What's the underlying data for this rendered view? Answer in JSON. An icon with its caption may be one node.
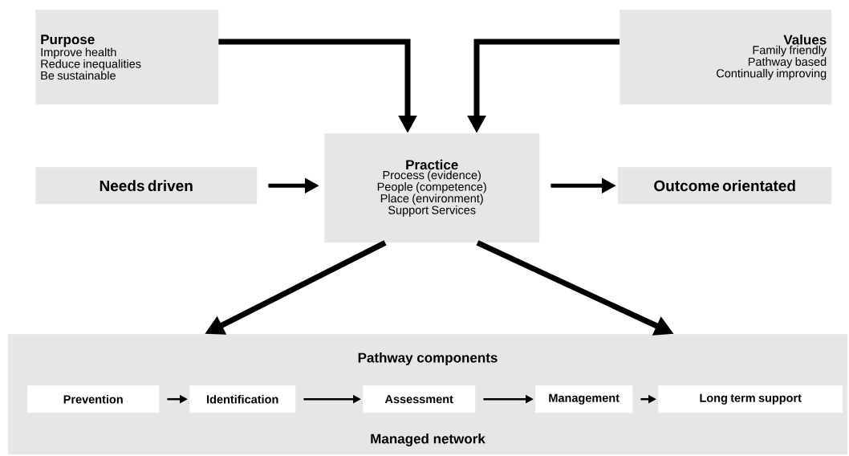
{
  "diagram": {
    "nodes": [
      {
        "text": [
          "Purpose",
          "Improve health",
          "Reduce inequalities",
          "Be sustainable"
        ]
      },
      {
        "text": [
          "Values",
          "Family friendly",
          "Pathway based",
          "Continually improving"
        ]
      },
      {
        "text": [
          "Practice",
          "Process (evidence)",
          "People (competence)",
          "Place (environment)",
          "Support Services"
        ]
      },
      {
        "text": [
          "Needs driven"
        ]
      },
      {
        "text": [
          "Outcome orientated"
        ]
      },
      {
        "text": [
          "Pathway components",
          "Managed network"
        ]
      },
      {
        "text": [
          "Prevention"
        ],
        "in": 5
      },
      {
        "text": [
          "Identification"
        ],
        "in": 5
      },
      {
        "text": [
          "Assessment"
        ],
        "in": 5
      },
      {
        "text": [
          "Management"
        ],
        "in": 5
      },
      {
        "text": [
          "Long term support"
        ],
        "in": 5
      }
    ],
    "edges": [
      {
        "from": 0,
        "to": 2,
        "arrow": "to"
      },
      {
        "from": 1,
        "to": 2,
        "arrow": "to"
      },
      {
        "from": 3,
        "to": 2,
        "arrow": "to"
      },
      {
        "from": 2,
        "to": 4,
        "arrow": "to"
      },
      {
        "from": 2,
        "to": 5,
        "arrow": "to"
      },
      {
        "from": 2,
        "to": 5,
        "arrow": "to"
      },
      {
        "from": 6,
        "to": 7,
        "arrow": "to"
      },
      {
        "from": 7,
        "to": 8,
        "arrow": "to"
      },
      {
        "from": 8,
        "to": 9,
        "arrow": "to"
      },
      {
        "from": 9,
        "to": 10,
        "arrow": "to"
      }
    ]
  }
}
